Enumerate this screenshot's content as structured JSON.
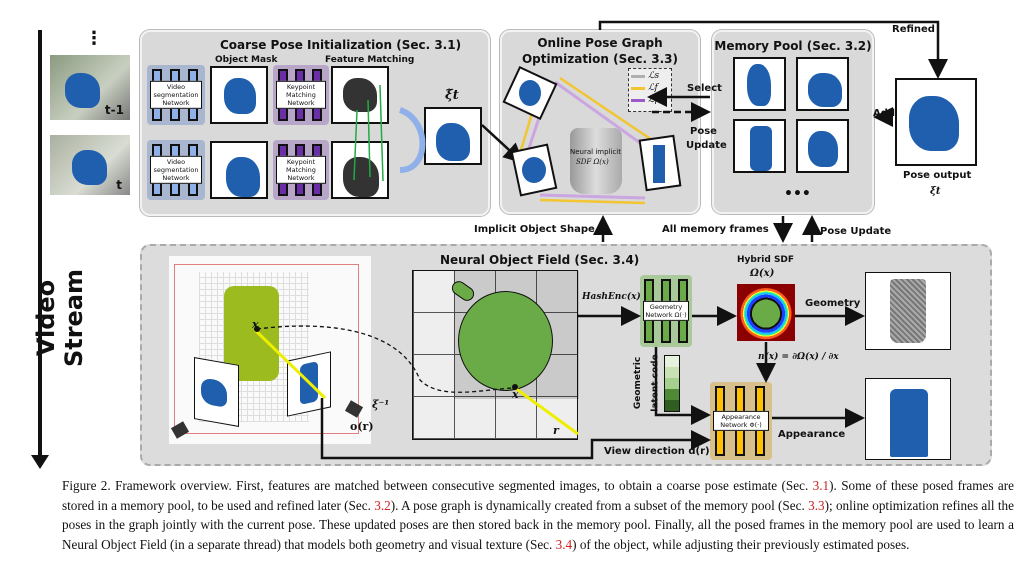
{
  "video_stream": {
    "label": "Video Stream",
    "dots": "⋮",
    "frames": [
      {
        "label": "t-1"
      },
      {
        "label": "t"
      }
    ]
  },
  "coarse": {
    "title": "Coarse Pose Initialization (Sec. 3.1)",
    "object_mask": "Object Mask",
    "feature_matching": "Feature Matching",
    "seg_net": "Video segmentation Network",
    "kp_net": "Keypoint Matching Network",
    "coarse_pose": "ξ̃t"
  },
  "online": {
    "title_line1": "Online Pose Graph",
    "title_line2": "Optimization (Sec. 3.3)",
    "legend": [
      "ℒs",
      "ℒf",
      "ℒp"
    ],
    "legend_colors": [
      "#b0b0b0",
      "#f2c531",
      "#9b59c9"
    ],
    "sdf_line1": "Neural implicit",
    "sdf_line2": "SDF Ω(x)"
  },
  "memory": {
    "title": "Memory Pool (Sec. 3.2)",
    "ellipsis": "•••",
    "select": "Select",
    "pose_update_l1": "Pose",
    "pose_update_l2": "Update",
    "add": "Add"
  },
  "pose_output": {
    "label": "Pose output",
    "symbol": "ξt"
  },
  "refined": "Refined",
  "links": {
    "implicit_shape": "Implicit Object Shape",
    "all_memory": "All memory frames",
    "pose_update": "Pose Update"
  },
  "nof": {
    "title": "Neural Object Field (Sec. 3.4)",
    "hashenc": "HashEnc(x)",
    "geo_net": "Geometry Network Ω(·)",
    "hybrid_sdf": "Hybrid SDF",
    "omega": "Ω(x)",
    "geometry": "Geometry",
    "normal": "n(x) = ∂Ω(x) / ∂x",
    "latent_l1": "Geometric",
    "latent_l2": "latent code",
    "app_net": "Appearance Network Φ(·)",
    "appearance": "Appearance",
    "view_dir": "View direction d(r)",
    "x": "x",
    "r": "r",
    "xi_inv": "ξ⁻¹",
    "origin": "o(r)",
    "latent_colors": [
      "#e6f2de",
      "#c8e2b6",
      "#a6d08d",
      "#4f8a35",
      "#2f5e20"
    ]
  },
  "caption": {
    "p1": "Figure 2. Framework overview. First, features are matched between consecutive segmented images, to obtain a coarse pose estimate (Sec. ",
    "r1": "3.1",
    "p2": "). Some of these posed frames are stored in a memory pool, to be used and refined later (Sec. ",
    "r2": "3.2",
    "p3": "). A pose graph is dynamically created from a subset of the memory pool (Sec. ",
    "r3": "3.3",
    "p4": "); online optimization refines all the poses in the graph jointly with the current pose. These updated poses are then stored back in the memory pool. Finally, all the posed frames in the memory pool are used to learn a Neural Object Field (in a separate thread) that models both geometry and visual texture (Sec. ",
    "r4": "3.4",
    "p5": ") of the object, while adjusting their previously estimated poses."
  }
}
